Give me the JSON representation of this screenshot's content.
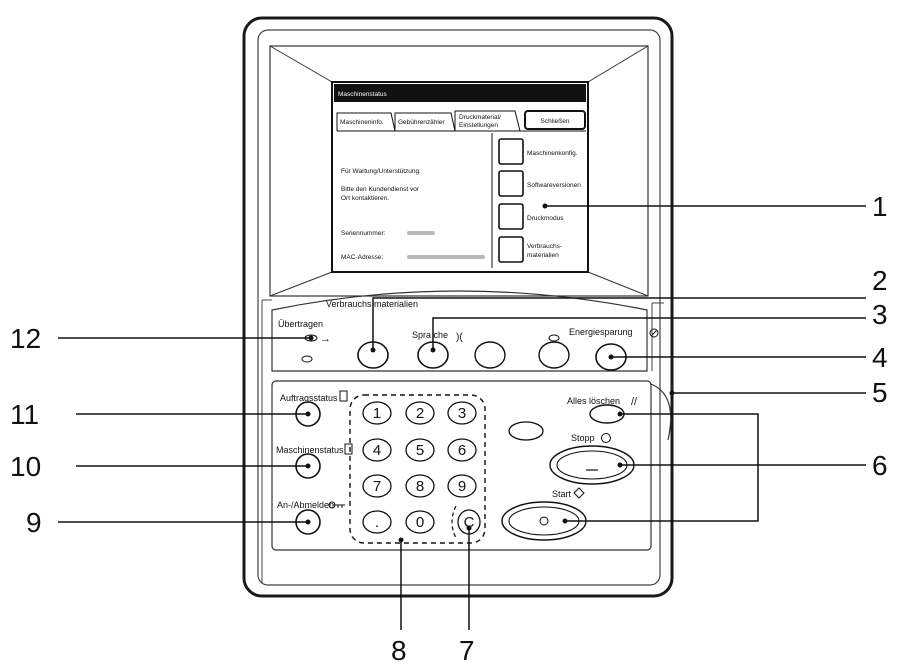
{
  "screen": {
    "header": "Maschinenstatus",
    "tabs": [
      {
        "label": "Maschineninfo."
      },
      {
        "label": "Gebührenzähler"
      },
      {
        "label_line1": "Druckmaterial/",
        "label_line2": "Einstellungen"
      }
    ],
    "close_button": "Schließen",
    "support_line1": "Für Wartung/Unterstützung:",
    "support_line2": "Bitte den Kundendienst vor",
    "support_line3": "Ort kontaktieren.",
    "serial_label": "Seriennummer:",
    "mac_label": "MAC-Adresse:",
    "side_buttons": [
      {
        "line1": "Maschinenkonfig.",
        "line2": ""
      },
      {
        "line1": "Softwareversionen",
        "line2": ""
      },
      {
        "line1": "Druckmodus",
        "line2": ""
      },
      {
        "line1": "Verbrauchs-",
        "line2": "materialien"
      }
    ]
  },
  "panel": {
    "verbrauchsmaterialien": "Verbrauchs materialien",
    "uebertragen": "Übertragen",
    "sprache": "Spra che",
    "energiesparung": "Energiesparung",
    "auftragsstatus": "Auftragsstatus",
    "maschinenstatus": "Maschinenstatus",
    "anmelden": "An-/Abmelden",
    "alles_loeschen": "Alles löschen",
    "stopp": "Stopp",
    "start": "Start",
    "keys": [
      "1",
      "2",
      "3",
      "4",
      "5",
      "6",
      "7",
      "8",
      "9",
      ".",
      "0"
    ],
    "clear_key": "C"
  },
  "callouts": [
    "1",
    "2",
    "3",
    "4",
    "5",
    "6",
    "7",
    "8",
    "9",
    "10",
    "11",
    "12"
  ]
}
